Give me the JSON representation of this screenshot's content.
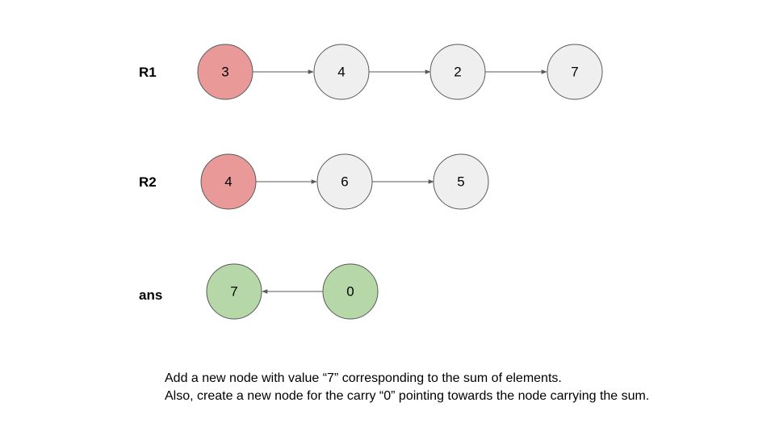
{
  "colors": {
    "highlight_fill": "#ea9999",
    "default_fill": "#efefef",
    "result_fill": "#b6d7a8",
    "stroke": "#595959",
    "arrow": "#595959"
  },
  "rows": [
    {
      "label": "R1",
      "nodes": [
        {
          "value": "3",
          "fill": "highlight"
        },
        {
          "value": "4",
          "fill": "default"
        },
        {
          "value": "2",
          "fill": "default"
        },
        {
          "value": "7",
          "fill": "default"
        }
      ],
      "direction": "forward"
    },
    {
      "label": "R2",
      "nodes": [
        {
          "value": "4",
          "fill": "highlight"
        },
        {
          "value": "6",
          "fill": "default"
        },
        {
          "value": "5",
          "fill": "default"
        }
      ],
      "direction": "forward"
    },
    {
      "label": "ans",
      "nodes": [
        {
          "value": "7",
          "fill": "result"
        },
        {
          "value": "0",
          "fill": "result"
        }
      ],
      "direction": "backward"
    }
  ],
  "caption": {
    "line1": "Add a new node with value “7” corresponding to the sum of elements.",
    "line2": "Also, create a new node for the carry “0” pointing towards the node carrying the sum."
  }
}
